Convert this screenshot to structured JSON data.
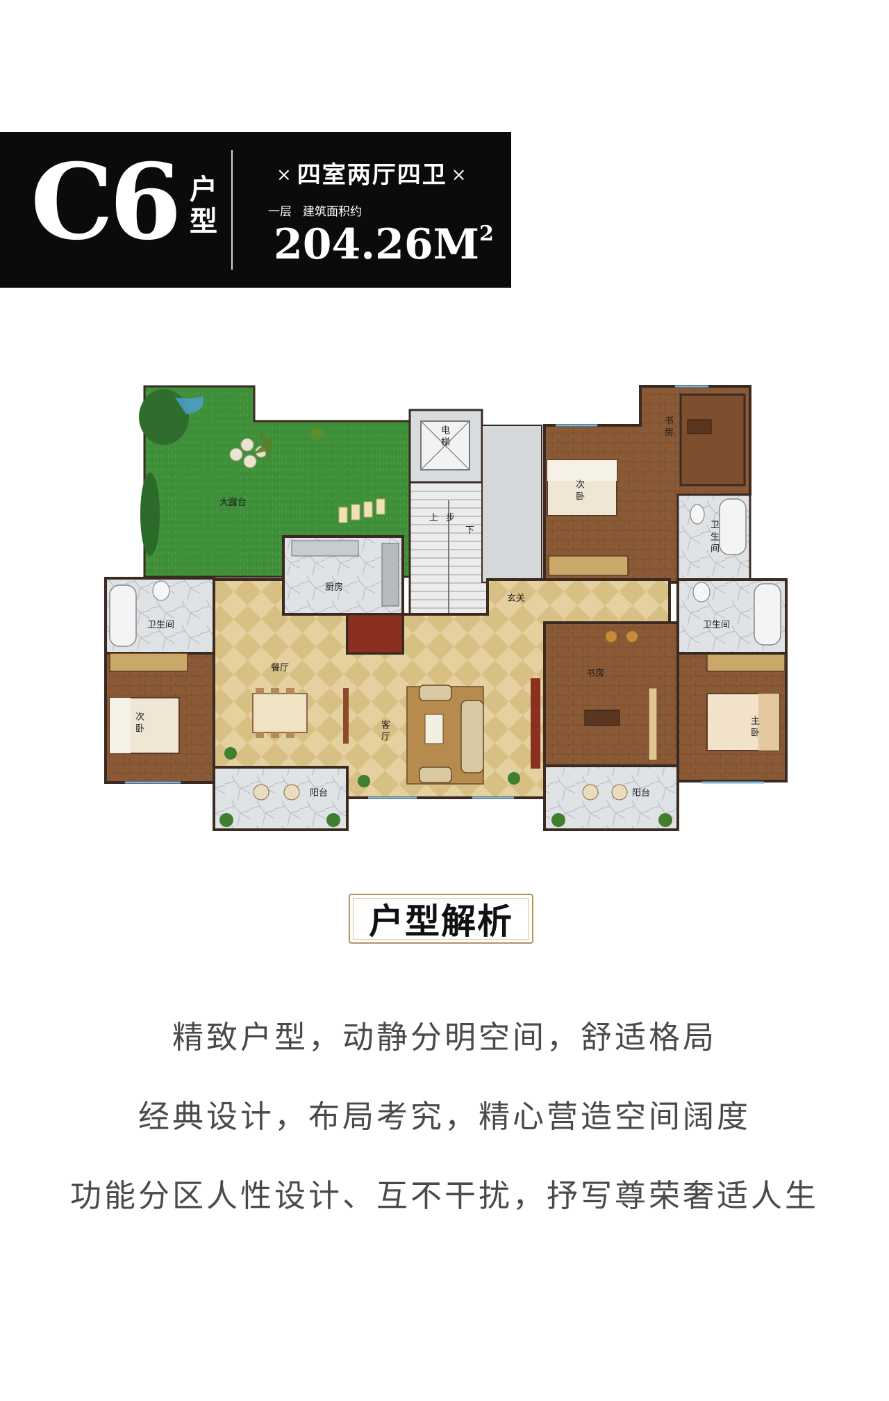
{
  "header": {
    "unit_code": "C6",
    "unit_suffix": "户型",
    "layout": "四室两厅四卫",
    "x_mark": "×",
    "floor": "一层",
    "area_label": "建筑面积约",
    "area_value": "204.26M",
    "area_power": "2"
  },
  "plan": {
    "rooms": {
      "terrace": "大露台",
      "elevator": "电梯",
      "stair_up": "上",
      "stair_step": "步",
      "stair_down": "下",
      "kitchen": "厨房",
      "foyer": "玄关",
      "study_top": "书房",
      "bedroom_top": "次卧",
      "bath_top": "卫生间",
      "bath_left": "卫生间",
      "bath_right": "卫生间",
      "dining": "餐厅",
      "living": "客厅",
      "study_right": "书房",
      "bedroom_left": "次卧",
      "master": "主卧",
      "balcony_left": "阳台",
      "balcony_right": "阳台"
    },
    "colors": {
      "wall": "#3a2a22",
      "wood_floor": "#8a5a37",
      "tile_floor": "#e2cf9c",
      "lawn": "#3f8f3a",
      "stone": "#dfe3e6"
    }
  },
  "analysis": {
    "title": "户型解析",
    "lines": [
      "精致户型，动静分明空间，舒适格局",
      "经典设计，布局考究，精心营造空间阔度",
      "功能分区人性设计、互不干扰，抒写尊荣奢适人生"
    ]
  }
}
